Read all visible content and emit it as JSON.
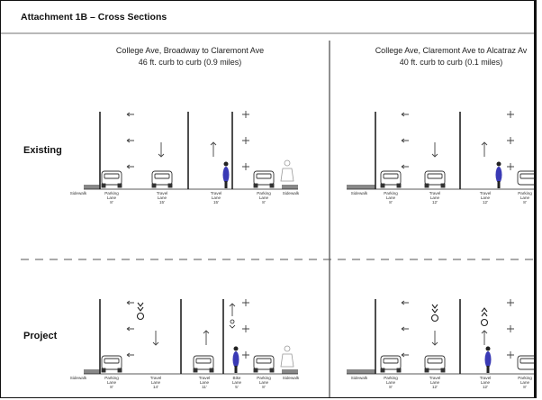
{
  "title": "Attachment 1B – Cross Sections",
  "columns": [
    {
      "segment": "College Ave, Broadway to Claremont Ave",
      "width_text": "46 ft. curb to curb (0.9 miles)"
    },
    {
      "segment": "College Ave, Claremont Ave to Alcatraz Av",
      "width_text": "40 ft. curb to curb (0.1 miles)"
    }
  ],
  "rows": {
    "existing": "Existing",
    "project": "Project"
  },
  "lane_labels": {
    "sidewalk": "Sidewalk",
    "parking": "Parking",
    "travel": "Travel",
    "bike": "Bike",
    "lane": "Lane"
  },
  "dimensions": {
    "left_existing": [
      "8'",
      "15'",
      "15'",
      "8'"
    ],
    "left_project": [
      "8'",
      "14'",
      "11'",
      "5'",
      "8'"
    ],
    "right_existing": [
      "8'",
      "12'",
      "12'",
      "8'"
    ],
    "right_project": [
      "8'",
      "12'",
      "12'",
      "8'"
    ]
  },
  "colors": {
    "ink": "#222222",
    "cyclist": "#3a3ab5",
    "sidewalk": "#888888"
  }
}
